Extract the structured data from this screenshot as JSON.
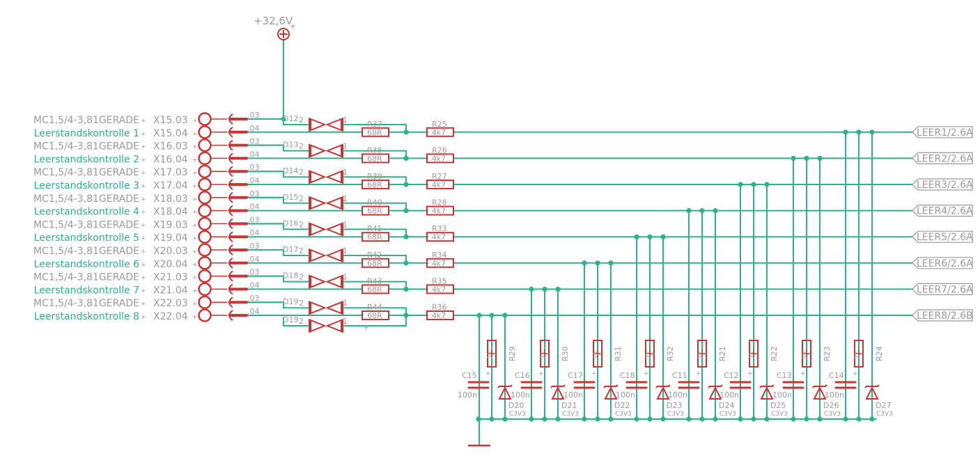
{
  "supply": {
    "label": "+32,6V"
  },
  "connector_name": "MC1,5/4-3,81GERADE",
  "pin_03_suffix": ".03",
  "pin_04_suffix": ".04",
  "plus_sign": "+",
  "channels": [
    {
      "label": "Leerstandskontrolle 1",
      "x03": "X15.03",
      "x04": "X15.04",
      "diode": "D12",
      "r68": "R37",
      "r47": "R25",
      "net": "LEER1/2.6A"
    },
    {
      "label": "Leerstandskontrolle 2",
      "x03": "X16.03",
      "x04": "X16.04",
      "diode": "D13",
      "r68": "R38",
      "r47": "R26",
      "net": "LEER2/2.6A"
    },
    {
      "label": "Leerstandskontrolle 3",
      "x03": "X17.03",
      "x04": "X17.04",
      "diode": "D14",
      "r68": "R39",
      "r47": "R27",
      "net": "LEER3/2.6A"
    },
    {
      "label": "Leerstandskontrolle 4",
      "x03": "X18.03",
      "x04": "X18.04",
      "diode": "D15",
      "r68": "R40",
      "r47": "R28",
      "net": "LEER4/2.6A"
    },
    {
      "label": "Leerstandskontrolle 5",
      "x03": "X19.03",
      "x04": "X19.04",
      "diode": "D16",
      "r68": "R41",
      "r47": "R33",
      "net": "LEER5/2.6A"
    },
    {
      "label": "Leerstandskontrolle 6",
      "x03": "X20.03",
      "x04": "X20.04",
      "diode": "D17",
      "r68": "R42",
      "r47": "R34",
      "net": "LEER6/2.6A"
    },
    {
      "label": "Leerstandskontrolle 7",
      "x03": "X21.03",
      "x04": "X21.04",
      "diode": "D18",
      "r68": "R43",
      "r47": "R35",
      "net": "LEER7/2.6A"
    },
    {
      "label": "Leerstandskontrolle 8",
      "x03": "X22.03",
      "x04": "X22.04",
      "diode": "D19",
      "r68": "R44",
      "r47": "R36",
      "net": "LEER8/2.6B"
    }
  ],
  "diode_pin_labels": {
    "left": "2",
    "right": "1"
  },
  "extra_diode": "D19",
  "resistor_values": {
    "r68": "68R",
    "r47": "4k7",
    "rv": "1k"
  },
  "bottom_groups": [
    {
      "cap": "C15",
      "cap_value": "100n",
      "res": "R29",
      "zener": "D20",
      "zener_value": "C3V3"
    },
    {
      "cap": "C16",
      "cap_value": "100n",
      "res": "R30",
      "zener": "D21",
      "zener_value": "C3V3"
    },
    {
      "cap": "C17",
      "cap_value": "100n",
      "res": "R31",
      "zener": "D22",
      "zener_value": "C3V3"
    },
    {
      "cap": "C18",
      "cap_value": "100n",
      "res": "R32",
      "zener": "D23",
      "zener_value": "C3V3"
    },
    {
      "cap": "C11",
      "cap_value": "100n",
      "res": "R21",
      "zener": "D24",
      "zener_value": "C3V3"
    },
    {
      "cap": "C12",
      "cap_value": "100n",
      "res": "R22",
      "zener": "D25",
      "zener_value": "C3V3"
    },
    {
      "cap": "C13",
      "cap_value": "100n",
      "res": "R23",
      "zener": "D26",
      "zener_value": "C3V3"
    },
    {
      "cap": "C14",
      "cap_value": "100n",
      "res": "R24",
      "zener": "D27",
      "zener_value": "C3V3"
    }
  ],
  "colors": {
    "wire": "#2bb38c",
    "part": "#cc3333",
    "text": "#9a9a9a",
    "label_green": "#2bb38c"
  }
}
